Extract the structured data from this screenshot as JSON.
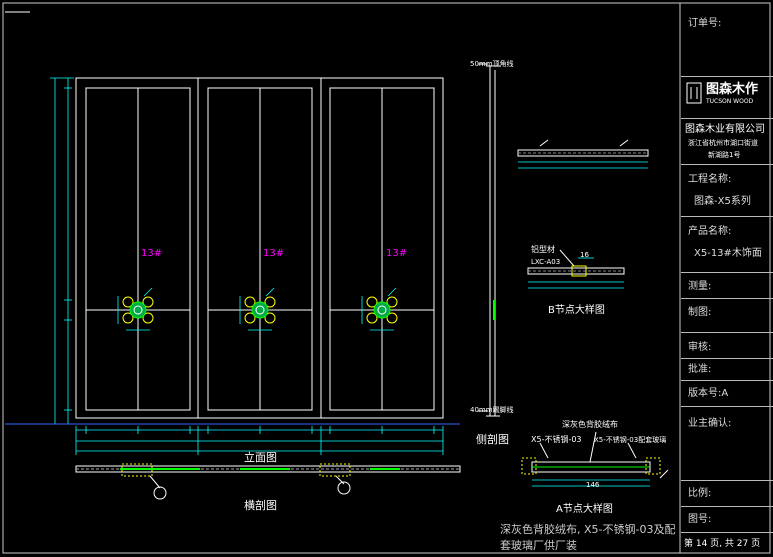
{
  "title_block": {
    "order_no_label": "订单号:",
    "brand_cn": "图森木作",
    "brand_en": "TUCSON WOOD",
    "company": "图森木业有限公司",
    "address_line1": "浙江省杭州市湖口街道",
    "address_line2": "新湖路1号",
    "project_label": "工程名称:",
    "project_value": "图森-X5系列",
    "product_label": "产品名称:",
    "product_value": "X5-13#木饰面",
    "survey_label": "测量:",
    "draw_label": "制图:",
    "review_label": "审核:",
    "approve_label": "批准:",
    "version_label": "版本号:",
    "version_value": "A",
    "owner_label": "业主确认:",
    "scale_label": "比例:",
    "drawing_no_label": "图号:",
    "page_text": "第 14 页, 共 27 页"
  },
  "elevation": {
    "panel_labels": [
      "13#",
      "13#",
      "13#"
    ],
    "title": "立面图",
    "section_title": "横剖图"
  },
  "side_section": {
    "top_note": "50mm顶角线",
    "bottom_note": "40mm踢脚线",
    "title": "侧剖图"
  },
  "node_b": {
    "callout_1": "铝型材",
    "callout_2": "LXC-A03",
    "dim": "16",
    "title": "B节点大样图"
  },
  "node_a": {
    "callout_left": "X5-不锈钢-03",
    "callout_top": "深灰色背胶绒布",
    "callout_right": "X5-不锈钢-03配套玻璃",
    "dim": "146",
    "title": "A节点大样图"
  },
  "notes": {
    "line1": "深灰色背胶绒布, X5-不锈钢-03及配",
    "line2": "套玻璃厂供厂装"
  },
  "colors": {
    "line": "#ffffff",
    "dimension": "#00ffff",
    "label_magenta": "#ff00ff",
    "accent_yellow": "#ffff00",
    "accent_green": "#00ff00",
    "baseline_blue": "#3366ff"
  }
}
